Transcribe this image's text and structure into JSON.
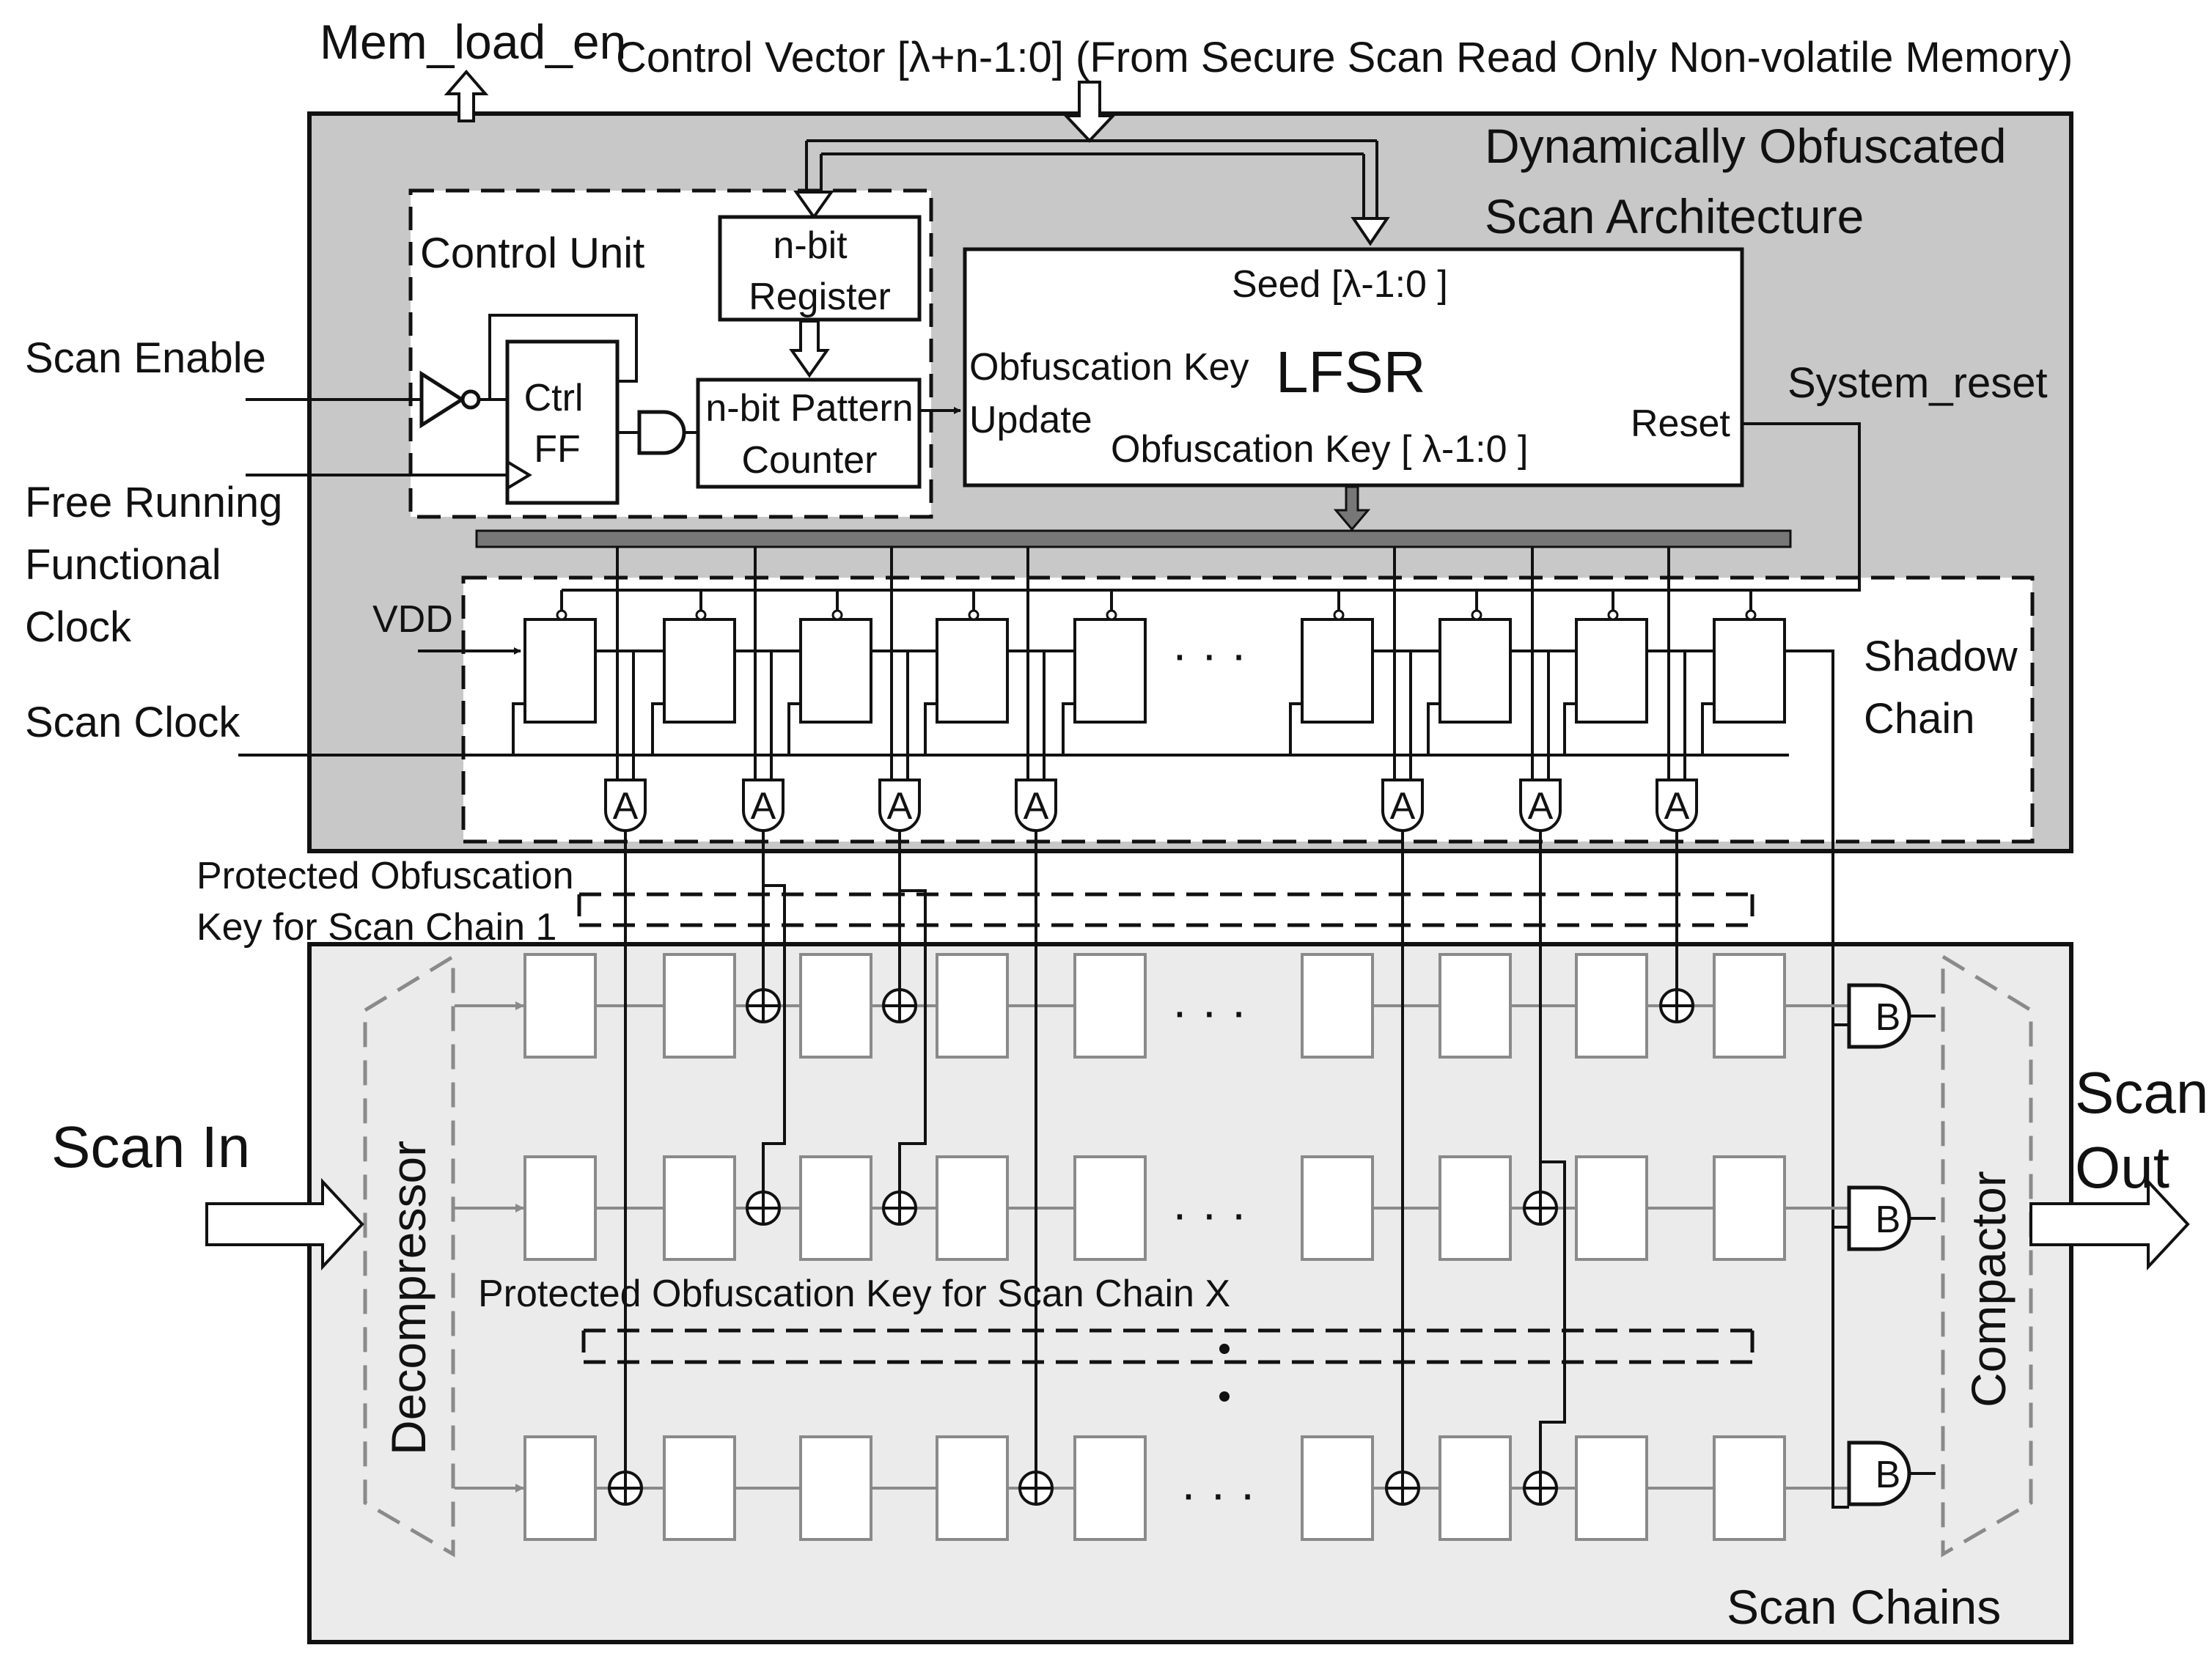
{
  "labels": {
    "mem_load_en": "Mem_load_en",
    "control_vector": "Control Vector [λ+n-1:0] (From Secure Scan Read Only Non-volatile Memory)",
    "architecture_title_1": "Dynamically Obfuscated",
    "architecture_title_2": "Scan Architecture",
    "control_unit": "Control Unit",
    "nbit_register_1": "n-bit",
    "nbit_register_2": "Register",
    "ctrl_ff_1": "Ctrl",
    "ctrl_ff_2": "FF",
    "pattern_counter_1": "n-bit Pattern",
    "pattern_counter_2": "Counter",
    "seed": "Seed [λ-1:0 ]",
    "lfsr": "LFSR",
    "obf_key_update_1": "Obfuscation Key",
    "obf_key_update_2": "Update",
    "obf_key_out": "Obfuscation Key [ λ-1:0 ]",
    "reset": "Reset",
    "system_reset": "System_reset",
    "scan_enable": "Scan Enable",
    "free_running_1": "Free Running",
    "free_running_2": "Functional",
    "free_running_3": "Clock",
    "vdd": "VDD",
    "scan_clock": "Scan Clock",
    "shadow_chain_1": "Shadow",
    "shadow_chain_2": "Chain",
    "protected_key_1a": "Protected Obfuscation",
    "protected_key_1b": "Key for Scan Chain 1",
    "protected_key_x": "Protected Obfuscation Key for Scan Chain X",
    "scan_in": "Scan In",
    "scan_out_1": "Scan",
    "scan_out_2": "Out",
    "decompressor": "Decompressor",
    "compactor": "Compactor",
    "scan_chains": "Scan Chains",
    "gate_a": "A",
    "gate_b": "B",
    "ellipsis": "· · ·"
  },
  "colors": {
    "obfuscated_region": "#c8c8c8",
    "scan_chain_region": "#ebebeb",
    "scan_cell_stroke": "#8a8a8a",
    "wire": "#111111"
  }
}
